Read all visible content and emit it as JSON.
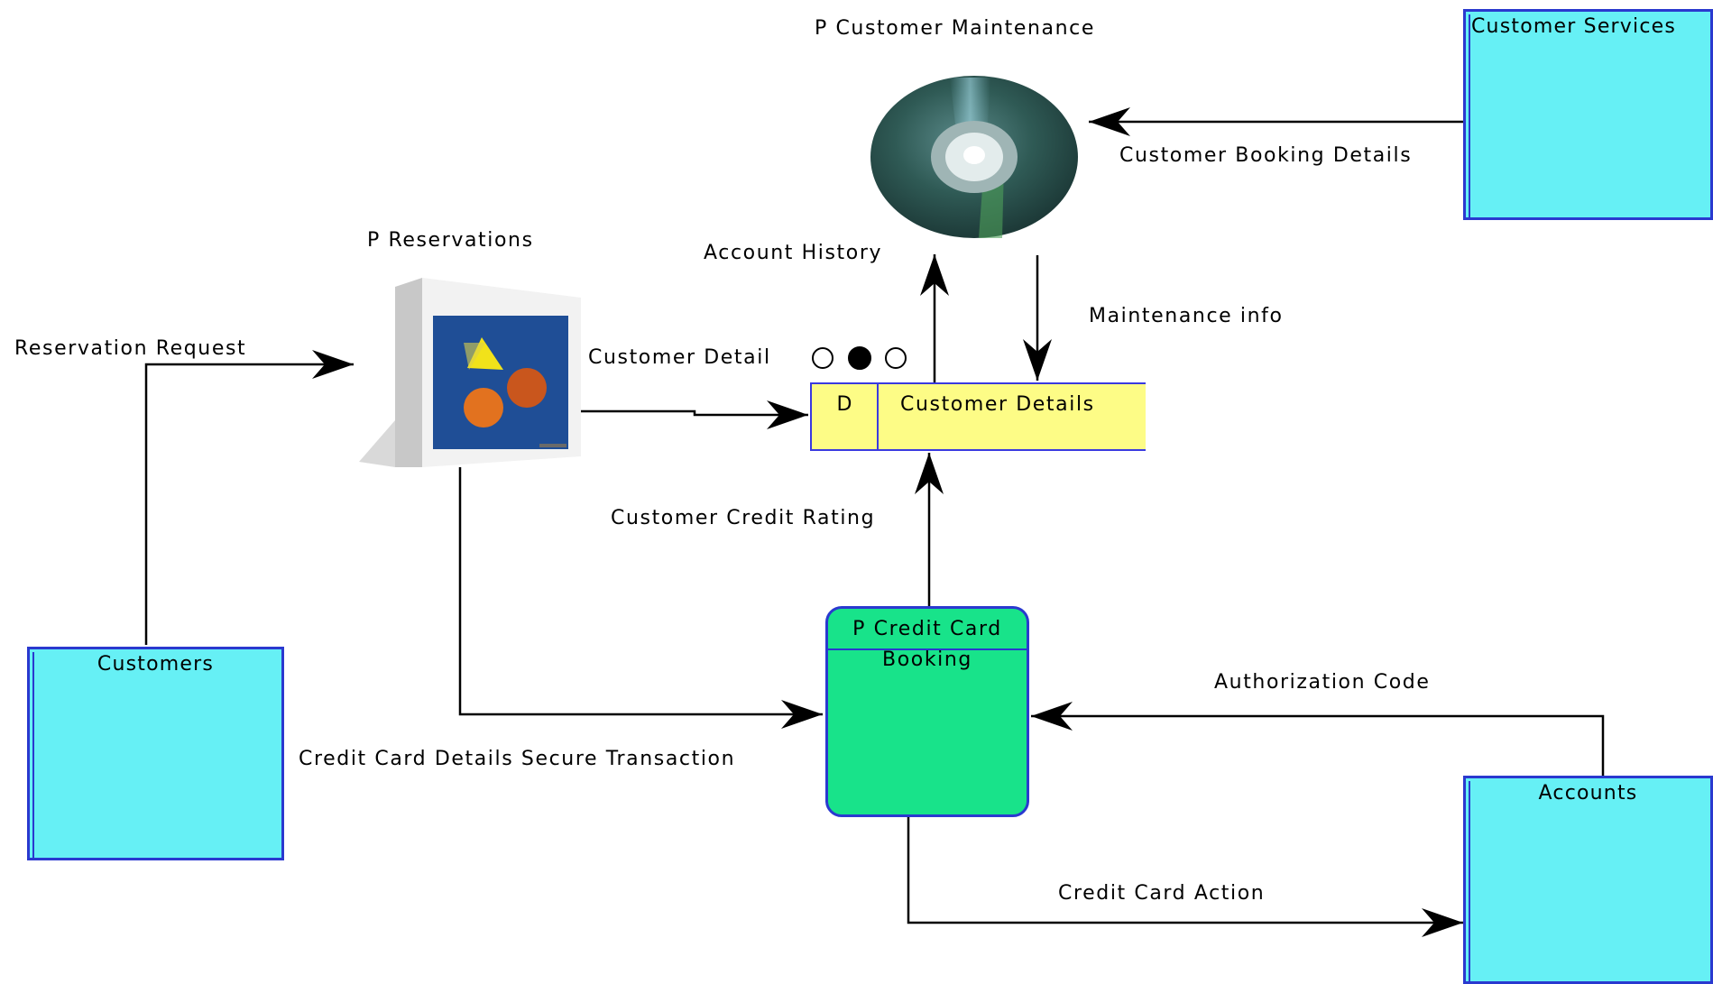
{
  "processes": {
    "customer_maintenance": {
      "title": "P Customer Maintenance"
    },
    "reservations": {
      "title": "P Reservations"
    },
    "credit_card_booking": {
      "title": "P Credit Card Booking"
    }
  },
  "entities": {
    "customer_services": "Customer Services",
    "customers": "Customers",
    "accounts": "Accounts"
  },
  "data_store": {
    "id": "D",
    "name": "Customer Details"
  },
  "flows": {
    "customer_booking_details": "Customer Booking Details",
    "account_history": "Account History",
    "maintenance_info": "Maintenance info",
    "reservation_request": "Reservation Request",
    "customer_detail": "Customer Detail",
    "customer_credit_rating": "Customer Credit Rating",
    "authorization_code": "Authorization Code",
    "credit_card_details": "Credit Card Details Secure Transaction",
    "credit_card_action": "Credit Card Action"
  },
  "colors": {
    "entity_fill": "#66f0f5",
    "entity_border": "#2a39cf",
    "store_fill": "#fdfc86",
    "process_fill": "#18e38a"
  },
  "icons": {
    "customer_maintenance": "cd-disc-icon",
    "reservations": "shapes-box-icon"
  }
}
